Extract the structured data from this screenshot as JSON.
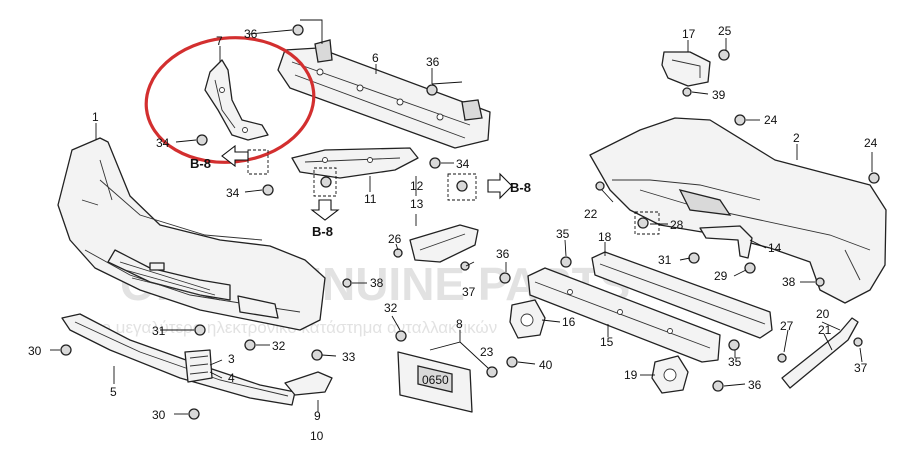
{
  "watermark": {
    "line1": "ONLY GENUINE PARTS",
    "line2": "το μεγαλύτερο ηλεκτρονικό κατάστημα ανταλλακτικών"
  },
  "highlight": {
    "color": "#d32f2f",
    "part": "7"
  },
  "callouts": {
    "c1": "1",
    "c2": "2",
    "c3": "3",
    "c4": "4",
    "c5": "5",
    "c6": "6",
    "c7": "7",
    "c8": "8",
    "c9": "9",
    "c10": "10",
    "c11": "11",
    "c12": "12",
    "c13": "13",
    "c14": "14",
    "c15": "15",
    "c16": "16",
    "c17": "17",
    "c18": "18",
    "c19": "19",
    "c20": "20",
    "c21": "21",
    "c22": "22",
    "c23": "23",
    "c24": "24",
    "c25": "25",
    "c26": "26",
    "c27": "27",
    "c28": "28",
    "c29": "29",
    "c30": "30",
    "c31": "31",
    "c32": "32",
    "c33": "33",
    "c34": "34",
    "c35": "35",
    "c36": "36",
    "c37": "37",
    "c38": "38",
    "c39": "39",
    "c40": "40"
  },
  "references": {
    "b8": "B-8"
  },
  "plate_text": "0650"
}
